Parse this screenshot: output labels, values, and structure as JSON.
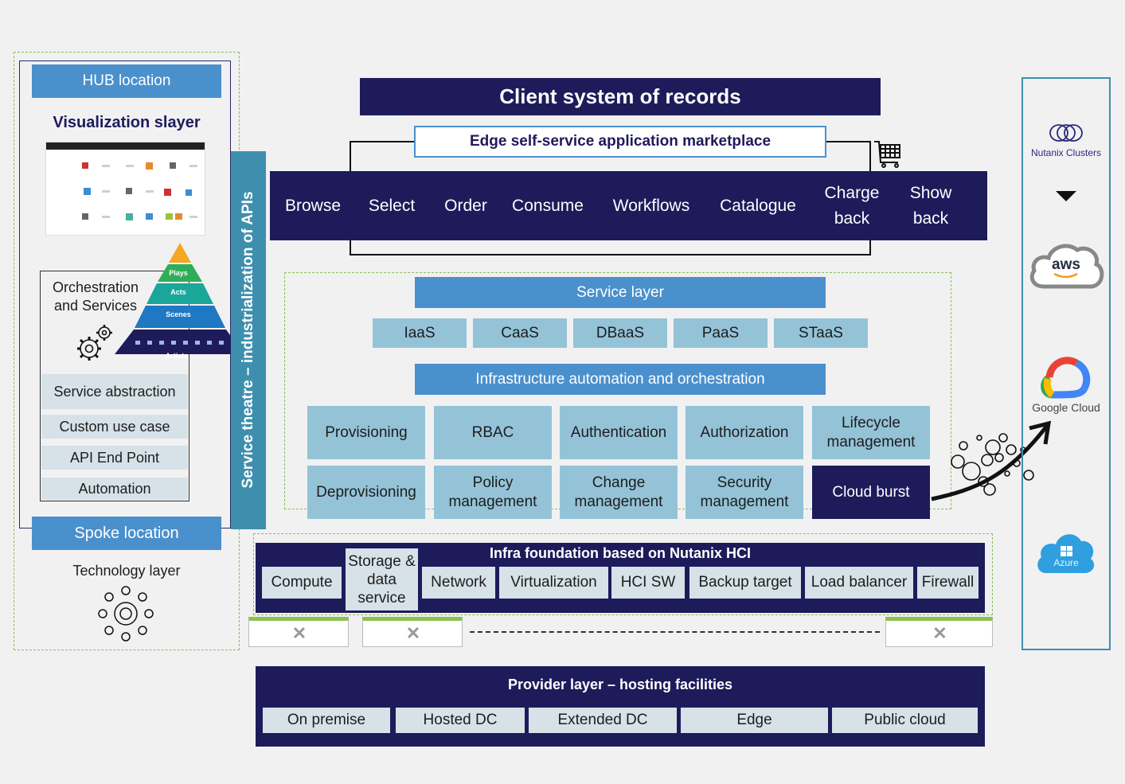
{
  "left_panel": {
    "hub_location": "HUB location",
    "visualization_layer": "Visualization slayer",
    "orchestration": "Orchestration and Services",
    "pyramid": [
      "Plays",
      "Acts",
      "Scenes",
      "Artists"
    ],
    "stack": [
      "Service abstraction",
      "Custom use case",
      "API End Point",
      "Automation"
    ],
    "spoke_location": "Spoke location",
    "technology_layer": "Technology layer",
    "vertical_label": "Service theatre – industrialization of APIs"
  },
  "top": {
    "client_system": "Client system of records",
    "marketplace": "Edge self-service application marketplace",
    "actions": [
      "Browse",
      "Select",
      "Order",
      "Consume",
      "Workflows",
      "Catalogue",
      "Charge back",
      "Show back"
    ]
  },
  "service_layer": {
    "title": "Service layer",
    "services": [
      "IaaS",
      "CaaS",
      "DBaaS",
      "PaaS",
      "STaaS"
    ]
  },
  "infra_automation": {
    "title": "Infrastructure automation and orchestration",
    "row1": [
      "Provisioning",
      "RBAC",
      "Authentication",
      "Authorization",
      "Lifecycle management"
    ],
    "row2": [
      "Deprovisioning",
      "Policy management",
      "Change management",
      "Security management",
      "Cloud burst"
    ]
  },
  "infra_foundation": {
    "title": "Infra foundation based on Nutanix HCI",
    "items": [
      "Compute",
      "Storage & data service",
      "Network",
      "Virtualization",
      "HCI SW",
      "Backup target",
      "Load balancer",
      "Firewall"
    ]
  },
  "provider_layer": {
    "title": "Provider layer – hosting facilities",
    "items": [
      "On premise",
      "Hosted DC",
      "Extended DC",
      "Edge",
      "Public cloud"
    ]
  },
  "clouds": {
    "nutanix": "Nutanix Clusters",
    "aws": "aws",
    "google": "Google Cloud",
    "azure": "Azure"
  },
  "colors": {
    "navy": "#1e1b5b",
    "blue": "#4a90cd",
    "light_blue": "#94c3d8",
    "teal": "#3e8fad",
    "green_dash": "#8cc04f"
  }
}
